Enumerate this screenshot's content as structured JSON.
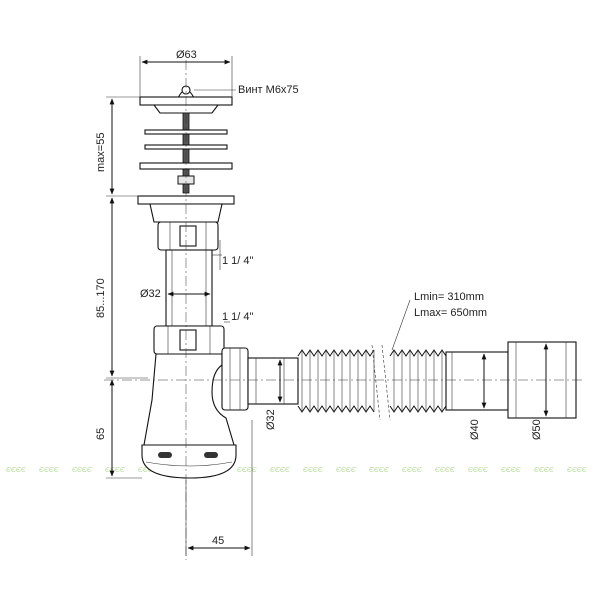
{
  "labels": {
    "top_diameter": "Ø63",
    "screw": "Винт М6х75",
    "max_height": "max=55",
    "height_range": "85...170",
    "thread_upper": "1 1/ 4\"",
    "pipe_diameter_left": "Ø32",
    "thread_lower": "1 1/ 4\"",
    "lmin": "Lmin= 310mm",
    "lmax": "Lmax= 650mm",
    "outlet_d32": "Ø32",
    "outlet_d40": "Ø40",
    "outlet_d50": "Ø50",
    "height_65": "65",
    "width_45": "45"
  },
  "watermark_text": "ЄЄЄЄ",
  "colors": {
    "line": "#111111",
    "fill": "#ffffff",
    "watermark": "#b8dc9a"
  }
}
